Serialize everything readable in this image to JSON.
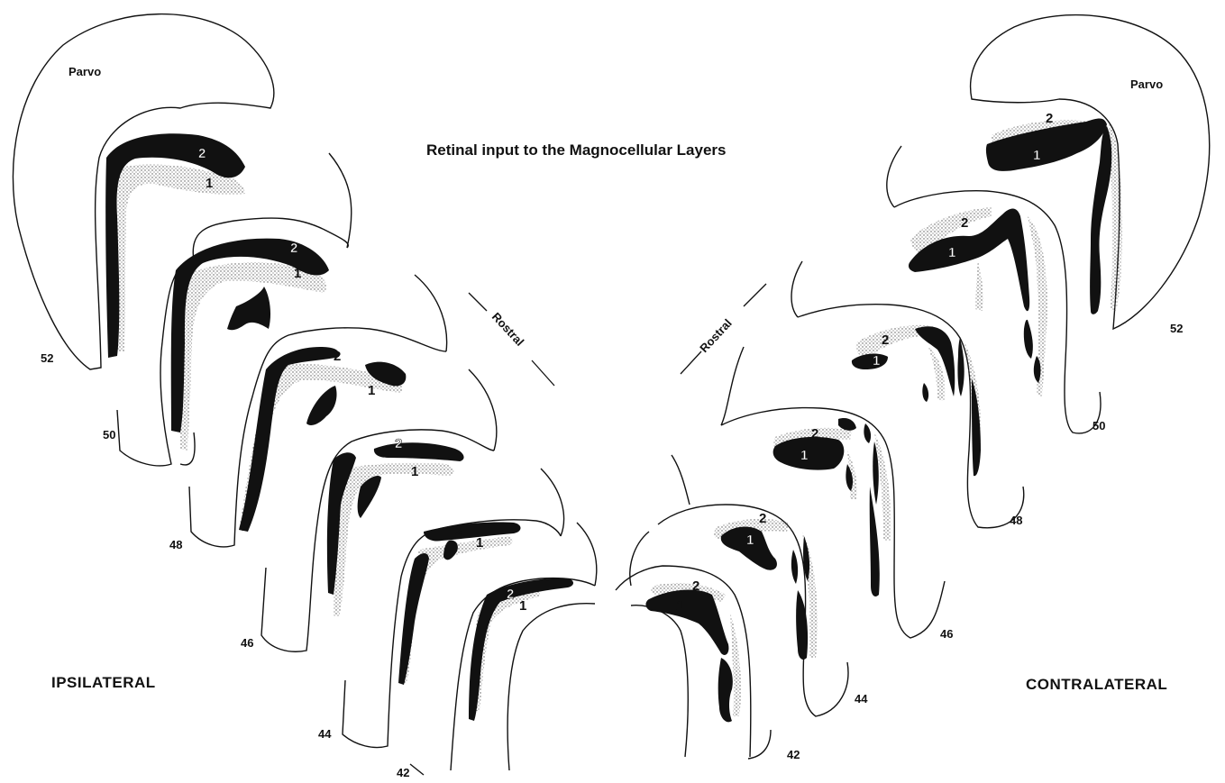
{
  "title": "Retinal input to the Magnocellular Layers",
  "sides": {
    "ipsilateral": "IPSILATERAL",
    "contralateral": "CONTRALATERAL"
  },
  "parvo_label": "Parvo",
  "rostral_label": "Rostral",
  "layer_labels": {
    "layer1": "1",
    "layer2": "2"
  },
  "ipsilateral_sections": [
    "52",
    "50",
    "48",
    "46",
    "44",
    "42"
  ],
  "contralateral_sections": [
    "52",
    "50",
    "48",
    "46",
    "44",
    "42"
  ],
  "colors": {
    "ink": "#111111",
    "stipple": "#555555",
    "paper": "#ffffff"
  }
}
